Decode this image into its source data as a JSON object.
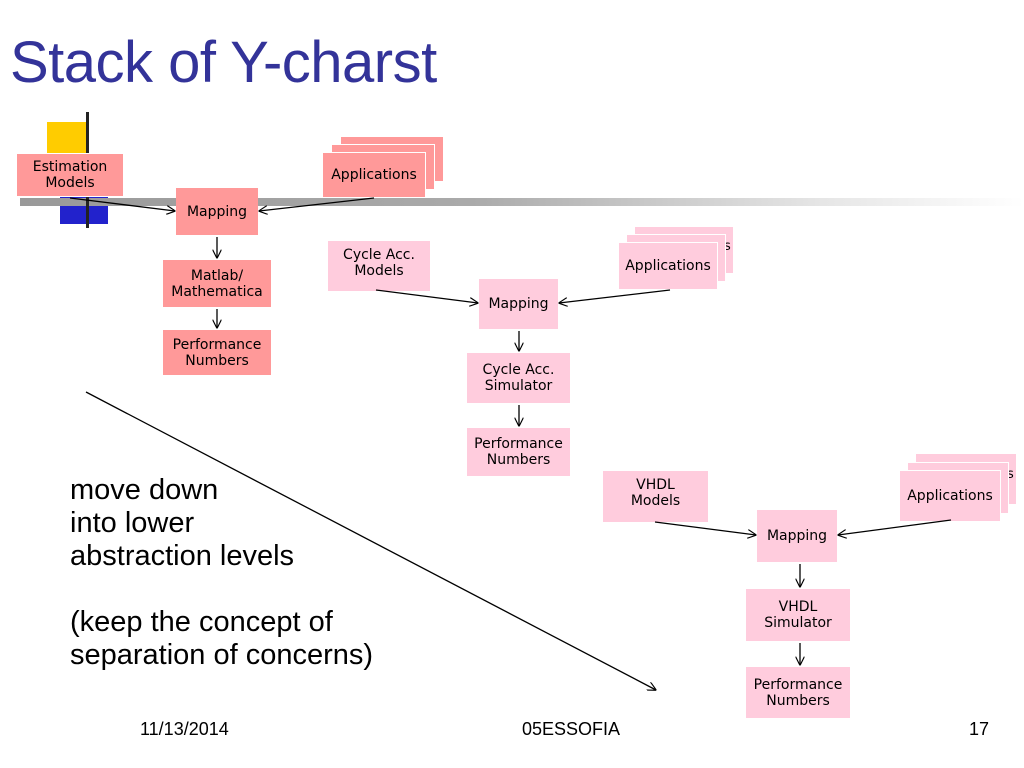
{
  "slide": {
    "title": "Stack of Y-charst",
    "body_text_1": "move down\ninto lower\nabstraction levels",
    "body_text_2": "(keep the concept of\nseparation of concerns)"
  },
  "level1": {
    "estimation": "Estimation\nModels",
    "applications": "Applications",
    "mapping": "Mapping",
    "tool": "Matlab/\nMathematica",
    "performance": "Performance\nNumbers"
  },
  "level2": {
    "models": "Cycle Acc.\nModels",
    "applications": "Applications",
    "mapping": "Mapping",
    "simulator": "Cycle Acc.\nSimulator",
    "performance": "Performance\nNumbers"
  },
  "level3": {
    "models": "VHDL\nModels",
    "applications": "Applications",
    "mapping": "Mapping",
    "simulator": "VHDL\nSimulator",
    "performance": "Performance\nNumbers"
  },
  "footer": {
    "date": "11/13/2014",
    "center": "05ESSOFIA",
    "page": "17"
  },
  "colors": {
    "title": "#333399",
    "level1_box": "#ff9999",
    "level2_box": "#ffccdd"
  }
}
